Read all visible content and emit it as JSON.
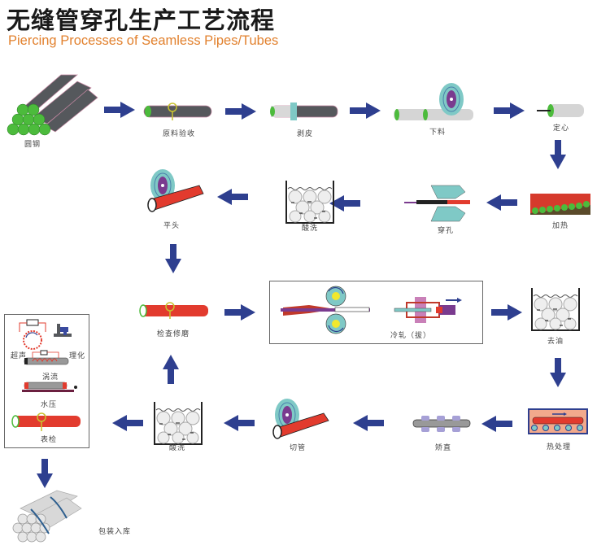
{
  "title": {
    "cn": "无缝管穿孔生产工艺流程",
    "en": "Piercing Processes of Seamless Pipes/Tubes"
  },
  "colors": {
    "arrow": "#2e3f8f",
    "steel": "#55585c",
    "hot": "#e23b2e",
    "green": "#4cbb3c",
    "cyan": "#7fc9c6",
    "purple": "#7a3b8f",
    "title_en": "#e2812e"
  },
  "steps": [
    {
      "id": "round-steel",
      "label": "圆钢"
    },
    {
      "id": "raw-inspection",
      "label": "原料验收"
    },
    {
      "id": "peeling",
      "label": "剥皮"
    },
    {
      "id": "cutting-blank",
      "label": "下料"
    },
    {
      "id": "centering",
      "label": "定心"
    },
    {
      "id": "heating",
      "label": "加热"
    },
    {
      "id": "piercing",
      "label": "穿孔"
    },
    {
      "id": "pickling-1",
      "label": "酸洗"
    },
    {
      "id": "end-flattening",
      "label": "平头"
    },
    {
      "id": "inspection-grinding",
      "label": "检查修磨"
    },
    {
      "id": "cold-rolling",
      "label": "冷轧（拔）"
    },
    {
      "id": "degreasing",
      "label": "去油"
    },
    {
      "id": "heat-treatment",
      "label": "热处理"
    },
    {
      "id": "straightening",
      "label": "矫直"
    },
    {
      "id": "pipe-cutting",
      "label": "切管"
    },
    {
      "id": "pickling-2",
      "label": "酸洗"
    },
    {
      "id": "packaging",
      "label": "包装入库"
    }
  ],
  "testing_box": {
    "ultrasonic": "超声",
    "physical_chemical": "理化",
    "eddy_current": "涡流",
    "hydrostatic": "水压",
    "surface_inspection": "表检"
  }
}
